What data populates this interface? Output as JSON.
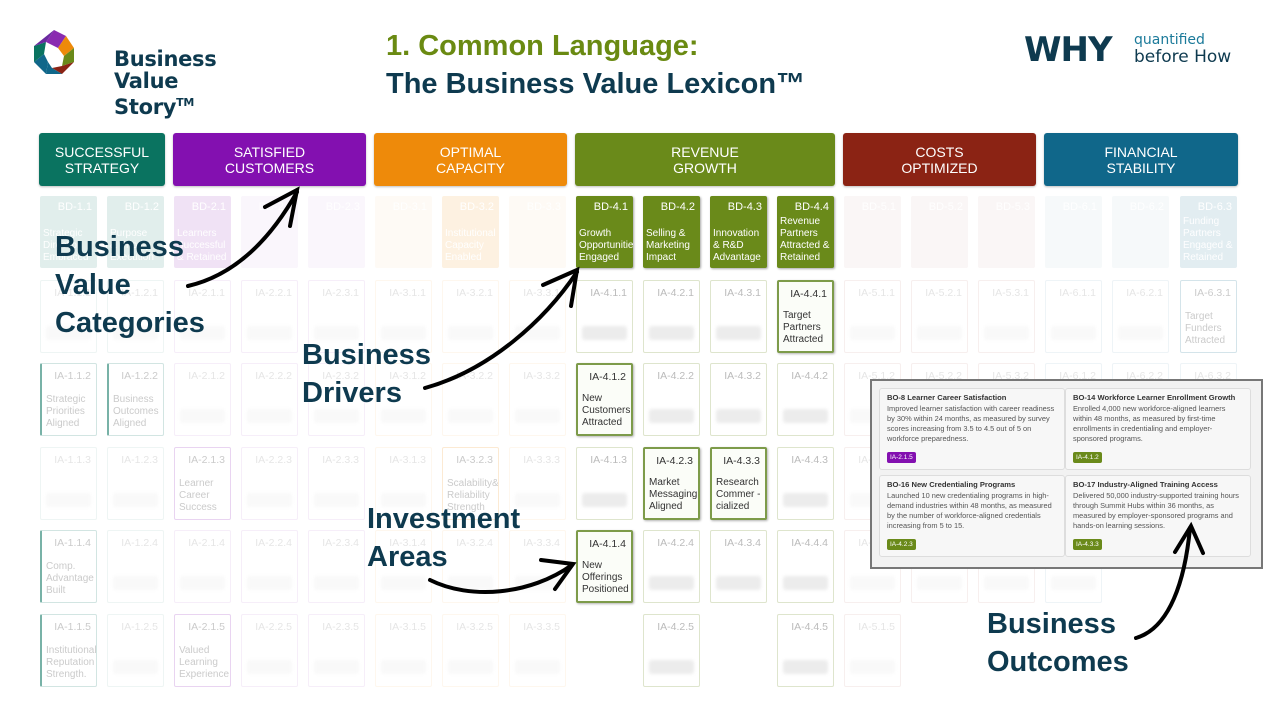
{
  "logo": {
    "line1": "Business",
    "line2": "Value",
    "line3": "Story",
    "tm": "TM"
  },
  "title": {
    "line1": "1. Common Language:",
    "line2": "The Business Value Lexicon™"
  },
  "tagline": {
    "big": "WHY",
    "small_top": "quantified",
    "small_bottom": "before How"
  },
  "colors": {
    "successful_strategy": "#0a7360",
    "satisfied_customers": "#8310b0",
    "optimal_capacity": "#ee8a0a",
    "revenue_growth": "#6a8a1a",
    "costs_optimized": "#8b2314",
    "financial_stability": "#10678a",
    "text_dark": "#0e3a4f",
    "title_green": "#6a8a12"
  },
  "categories": [
    {
      "label": "SUCCESSFUL\nSTRATEGY",
      "color": "#0a7360"
    },
    {
      "label": "SATISFIED\nCUSTOMERS",
      "color": "#8310b0"
    },
    {
      "label": "OPTIMAL\nCAPACITY",
      "color": "#ee8a0a"
    },
    {
      "label": "REVENUE\nGROWTH",
      "color": "#6a8a1a"
    },
    {
      "label": "COSTS\nOPTIMIZED",
      "color": "#8b2314"
    },
    {
      "label": "FINANCIAL\nSTABILITY",
      "color": "#10678a"
    }
  ],
  "drivers": [
    {
      "id": "BD-1.1",
      "name": "Strategic\nDirection\nEmbraced",
      "cat": 0,
      "state": "faded"
    },
    {
      "id": "BD-1.2",
      "name": "Purpose\n& Priority\nExecution",
      "cat": 0,
      "state": "faded"
    },
    {
      "id": "BD-2.1",
      "name": "Learners\nSuccessful\n& Retained",
      "cat": 1,
      "state": "faded"
    },
    {
      "id": "BD-2.2",
      "name": "",
      "cat": 1,
      "state": "ghost"
    },
    {
      "id": "BD-2.3",
      "name": "",
      "cat": 1,
      "state": "ghost"
    },
    {
      "id": "BD-3.1",
      "name": "",
      "cat": 2,
      "state": "ghost"
    },
    {
      "id": "BD-3.2",
      "name": "Institutional\nCapacity\nEnabled",
      "cat": 2,
      "state": "faded"
    },
    {
      "id": "BD-3.3",
      "name": "",
      "cat": 2,
      "state": "ghost"
    },
    {
      "id": "BD-4.1",
      "name": "Growth\nOpportunities\nEngaged",
      "cat": 3,
      "state": "active"
    },
    {
      "id": "BD-4.2",
      "name": "Selling &\nMarketing\nImpact",
      "cat": 3,
      "state": "active"
    },
    {
      "id": "BD-4.3",
      "name": "Innovation\n& R&D\nAdvantage",
      "cat": 3,
      "state": "active"
    },
    {
      "id": "BD-4.4",
      "name": "Revenue\nPartners\nAttracted &\nRetained",
      "cat": 3,
      "state": "active"
    },
    {
      "id": "BD-5.1",
      "name": "",
      "cat": 4,
      "state": "ghost"
    },
    {
      "id": "BD-5.2",
      "name": "",
      "cat": 4,
      "state": "ghost"
    },
    {
      "id": "BD-5.3",
      "name": "",
      "cat": 4,
      "state": "ghost"
    },
    {
      "id": "BD-6.1",
      "name": "",
      "cat": 5,
      "state": "ghost"
    },
    {
      "id": "BD-6.2",
      "name": "",
      "cat": 5,
      "state": "ghost"
    },
    {
      "id": "BD-6.3",
      "name": "Funding\nPartners\nEngaged &\nRetained",
      "cat": 5,
      "state": "faded"
    }
  ],
  "investment_areas": [
    [
      {
        "id": "IA-1.1.1",
        "name": ""
      },
      {
        "id": "IA-1.1.2",
        "name": "Strategic\nPriorities\nAligned",
        "state": "faded"
      },
      {
        "id": "IA-1.1.3",
        "name": ""
      },
      {
        "id": "IA-1.1.4",
        "name": "Comp.\nAdvantage\nBuilt",
        "state": "faded"
      },
      {
        "id": "IA-1.1.5",
        "name": "Institutional\nReputation\nStrength.",
        "state": "faded"
      }
    ],
    [
      {
        "id": "IA-1.2.1",
        "name": ""
      },
      {
        "id": "IA-1.2.2",
        "name": "Business\nOutcomes\nAligned",
        "state": "faded"
      },
      {
        "id": "IA-1.2.3",
        "name": ""
      },
      {
        "id": "IA-1.2.4",
        "name": ""
      },
      {
        "id": "IA-1.2.5",
        "name": ""
      }
    ],
    [
      {
        "id": "IA-2.1.1",
        "name": ""
      },
      {
        "id": "IA-2.1.2",
        "name": ""
      },
      {
        "id": "IA-2.1.3",
        "name": "Learner\nCareer\nSuccess",
        "state": "faded"
      },
      {
        "id": "IA-2.1.4",
        "name": ""
      },
      {
        "id": "IA-2.1.5",
        "name": "Valued\nLearning\nExperience",
        "state": "faded"
      }
    ],
    [
      {
        "id": "IA-2.2.1",
        "name": ""
      },
      {
        "id": "IA-2.2.2",
        "name": ""
      },
      {
        "id": "IA-2.2.3",
        "name": ""
      },
      {
        "id": "IA-2.2.4",
        "name": ""
      },
      {
        "id": "IA-2.2.5",
        "name": ""
      }
    ],
    [
      {
        "id": "IA-2.3.1",
        "name": ""
      },
      {
        "id": "IA-2.3.2",
        "name": ""
      },
      {
        "id": "IA-2.3.3",
        "name": ""
      },
      {
        "id": "IA-2.3.4",
        "name": ""
      },
      {
        "id": "IA-2.3.5",
        "name": ""
      }
    ],
    [
      {
        "id": "IA-3.1.1",
        "name": ""
      },
      {
        "id": "IA-3.1.2",
        "name": ""
      },
      {
        "id": "IA-3.1.3",
        "name": ""
      },
      {
        "id": "IA-3.1.4",
        "name": ""
      },
      {
        "id": "IA-3.1.5",
        "name": ""
      }
    ],
    [
      {
        "id": "IA-3.2.1",
        "name": ""
      },
      {
        "id": "IA-3.2.2",
        "name": ""
      },
      {
        "id": "IA-3.2.3",
        "name": "Scalability&\nReliability\nStrength",
        "state": "faded"
      },
      {
        "id": "IA-3.2.4",
        "name": ""
      },
      {
        "id": "IA-3.2.5",
        "name": ""
      }
    ],
    [
      {
        "id": "IA-3.3.1",
        "name": ""
      },
      {
        "id": "IA-3.3.2",
        "name": ""
      },
      {
        "id": "IA-3.3.3",
        "name": ""
      },
      {
        "id": "IA-3.3.4",
        "name": ""
      },
      {
        "id": "IA-3.3.5",
        "name": ""
      }
    ],
    [
      {
        "id": "IA-4.1.1",
        "name": ""
      },
      {
        "id": "IA-4.1.2",
        "name": "New\nCustomers\nAttracted",
        "state": "active"
      },
      {
        "id": "IA-4.1.3",
        "name": ""
      },
      {
        "id": "IA-4.1.4",
        "name": "New\nOfferings\nPositioned",
        "state": "active"
      },
      null
    ],
    [
      {
        "id": "IA-4.2.1",
        "name": ""
      },
      {
        "id": "IA-4.2.2",
        "name": ""
      },
      {
        "id": "IA-4.2.3",
        "name": "Market\nMessaging\nAligned",
        "state": "active"
      },
      {
        "id": "IA-4.2.4",
        "name": ""
      },
      {
        "id": "IA-4.2.5",
        "name": ""
      }
    ],
    [
      {
        "id": "IA-4.3.1",
        "name": ""
      },
      {
        "id": "IA-4.3.2",
        "name": ""
      },
      {
        "id": "IA-4.3.3",
        "name": "Research\nCommer -\ncialized",
        "state": "active"
      },
      {
        "id": "IA-4.3.4",
        "name": ""
      },
      null
    ],
    [
      {
        "id": "IA-4.4.1",
        "name": "Target\nPartners\nAttracted",
        "state": "active"
      },
      {
        "id": "IA-4.4.2",
        "name": ""
      },
      {
        "id": "IA-4.4.3",
        "name": ""
      },
      {
        "id": "IA-4.4.4",
        "name": ""
      },
      {
        "id": "IA-4.4.5",
        "name": ""
      }
    ],
    [
      {
        "id": "IA-5.1.1",
        "name": ""
      },
      {
        "id": "IA-5.1.2",
        "name": ""
      },
      {
        "id": "IA-5.1.3",
        "name": ""
      },
      {
        "id": "IA-5.1.4",
        "name": ""
      },
      {
        "id": "IA-5.1.5",
        "name": ""
      }
    ],
    [
      {
        "id": "IA-5.2.1",
        "name": ""
      },
      {
        "id": "IA-5.2.2",
        "name": ""
      },
      {
        "id": "IA-5.2.3",
        "name": ""
      },
      {
        "id": "IA-5.2.4",
        "name": ""
      },
      null
    ],
    [
      {
        "id": "IA-5.3.1",
        "name": ""
      },
      {
        "id": "IA-5.3.2",
        "name": ""
      },
      {
        "id": "IA-5.3.3",
        "name": ""
      },
      {
        "id": "IA-5.3.4",
        "name": ""
      },
      null
    ],
    [
      {
        "id": "IA-6.1.1",
        "name": ""
      },
      {
        "id": "IA-6.1.2",
        "name": ""
      },
      {
        "id": "IA-6.1.3",
        "name": ""
      },
      {
        "id": "IA-6.1.4",
        "name": ""
      },
      null
    ],
    [
      {
        "id": "IA-6.2.1",
        "name": ""
      },
      {
        "id": "IA-6.2.2",
        "name": ""
      },
      null,
      null,
      null
    ],
    [
      {
        "id": "IA-6.3.1",
        "name": "Target\nFunders\nAttracted",
        "state": "faded"
      },
      {
        "id": "IA-6.3.2",
        "name": ""
      },
      null,
      null,
      null
    ]
  ],
  "callouts": {
    "categories": "Business\nValue\nCategories",
    "drivers": "Business\nDrivers",
    "investment": "Investment\nAreas",
    "outcomes": "Business\nOutcomes"
  },
  "business_outcomes": [
    {
      "title": "BO-8 Learner Career Satisfaction",
      "text": "Improved learner satisfaction with career readiness by 30% within 24 months, as measured by survey scores increasing from 3.5 to 4.5 out of 5 on workforce preparedness.",
      "tag": "IA-2.1.5",
      "tag_color": "#8310b0"
    },
    {
      "title": "BO-14 Workforce Learner Enrollment Growth",
      "text": "Enrolled 4,000 new workforce-aligned learners within 48 months, as measured by first-time enrollments in credentialing and employer-sponsored programs.",
      "tag": "IA-4.1.2",
      "tag_color": "#6a8a1a"
    },
    {
      "title": "BO-16 New Credentialing Programs",
      "text": "Launched 10 new credentialing programs in high-demand industries within 48 months, as measured by the number of workforce-aligned credentials increasing from 5 to 15.",
      "tag": "IA-4.2.3",
      "tag_color": "#6a8a1a"
    },
    {
      "title": "BO-17 Industry-Aligned Training Access",
      "text": "Delivered 50,000 industry-supported training hours through Summit Hubs within 36 months, as measured by employer-sponsored programs and hands-on learning sessions.",
      "tag": "IA-4.3.3",
      "tag_color": "#6a8a1a"
    }
  ]
}
